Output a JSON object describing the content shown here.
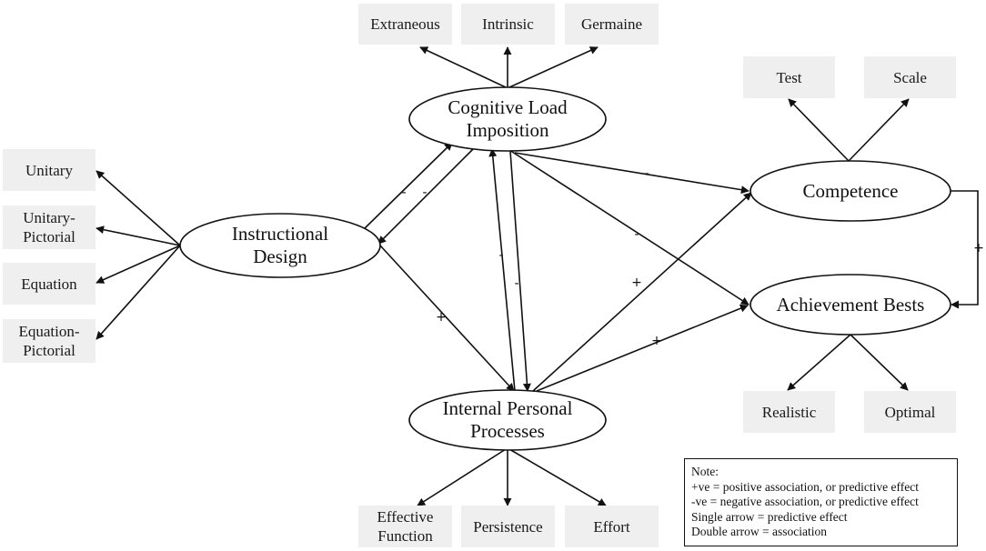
{
  "nodes": {
    "cognitive_load": "Cognitive Load Imposition",
    "instructional_design": "Instructional Design",
    "internal_personal": "Internal Personal Processes",
    "competence": "Competence",
    "achievement_bests": "Achievement Bests"
  },
  "indicators": {
    "cognitive_load": [
      "Extraneous",
      "Intrinsic",
      "Germaine"
    ],
    "instructional_design": [
      "Unitary",
      "Unitary-Pictorial",
      "Equation",
      "Equation-Pictorial"
    ],
    "internal_personal": [
      "Effective Function",
      "Persistence",
      "Effort"
    ],
    "competence": [
      "Test",
      "Scale"
    ],
    "achievement_bests": [
      "Realistic",
      "Optimal"
    ]
  },
  "edge_signs": {
    "cli_to_id": "-",
    "id_to_cli": "-",
    "cli_to_competence": "-",
    "cli_to_achievement": "-",
    "cli_to_ipp": "-",
    "ipp_to_cli": "-",
    "id_to_ipp": "+",
    "ipp_to_competence": "+",
    "ipp_to_achievement": "+",
    "competence_achievement": "+"
  },
  "note": {
    "heading": "Note:",
    "lines": [
      "+ve = positive association, or predictive effect",
      "-ve = negative association, or predictive effect",
      "Single arrow = predictive effect",
      "Double arrow = association"
    ]
  }
}
